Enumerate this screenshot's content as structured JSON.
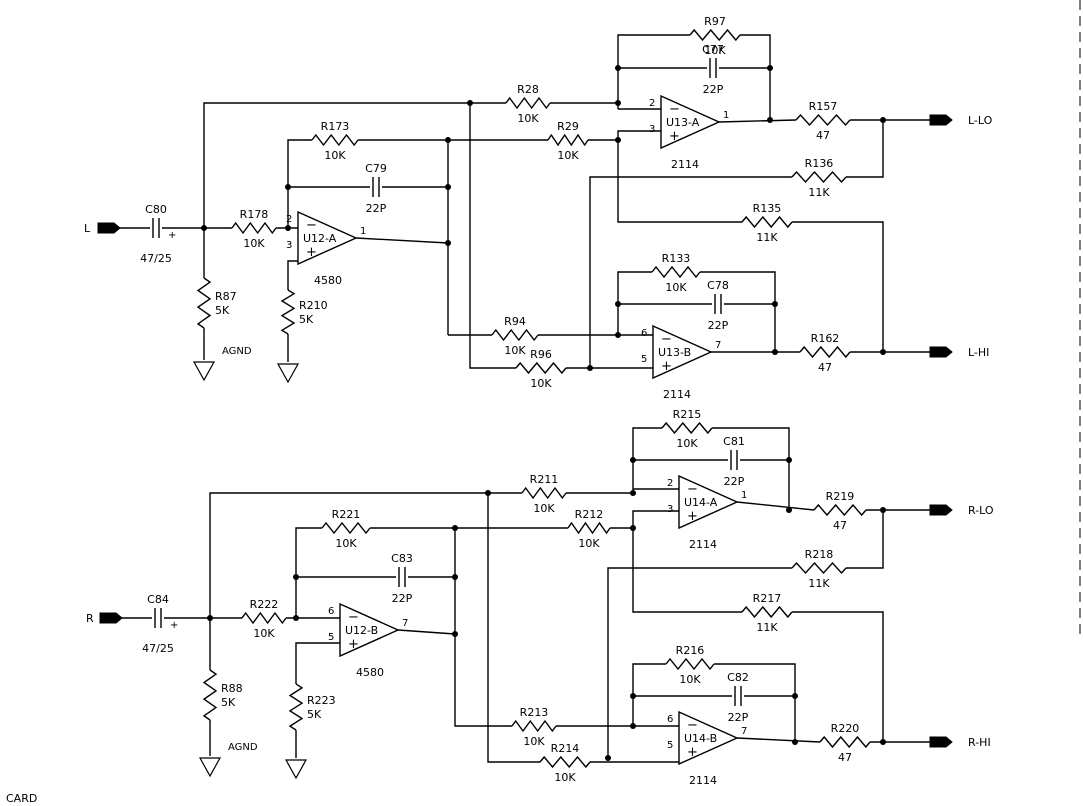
{
  "inputs": {
    "L": "L",
    "R": "R"
  },
  "outputs": {
    "LLO": "L-LO",
    "LHI": "L-HI",
    "RLO": "R-LO",
    "RHI": "R-HI"
  },
  "grounds": {
    "agnd1": "AGND",
    "agnd2": "AGND"
  },
  "amps": {
    "U13A": {
      "name": "U13-A",
      "part": "2114",
      "pin_inv": "2",
      "pin_non": "3",
      "pin_out": "1"
    },
    "U13B": {
      "name": "U13-B",
      "part": "2114",
      "pin_inv": "6",
      "pin_non": "5",
      "pin_out": "7"
    },
    "U12A": {
      "name": "U12-A",
      "part": "4580",
      "pin_inv": "2",
      "pin_non": "3",
      "pin_out": "1"
    },
    "U14A": {
      "name": "U14-A",
      "part": "2114",
      "pin_inv": "2",
      "pin_non": "3",
      "pin_out": "1"
    },
    "U14B": {
      "name": "U14-B",
      "part": "2114",
      "pin_inv": "6",
      "pin_non": "5",
      "pin_out": "7"
    },
    "U12B": {
      "name": "U12-B",
      "part": "4580",
      "pin_inv": "6",
      "pin_non": "5",
      "pin_out": "7"
    }
  },
  "resistors": {
    "R97": {
      "ref": "R97",
      "value": "10K"
    },
    "R28": {
      "ref": "R28",
      "value": "10K"
    },
    "R29": {
      "ref": "R29",
      "value": "10K"
    },
    "R173": {
      "ref": "R173",
      "value": "10K"
    },
    "R178": {
      "ref": "R178",
      "value": "10K"
    },
    "R157": {
      "ref": "R157",
      "value": "47"
    },
    "R136": {
      "ref": "R136",
      "value": "11K"
    },
    "R135": {
      "ref": "R135",
      "value": "11K"
    },
    "R133": {
      "ref": "R133",
      "value": "10K"
    },
    "R94": {
      "ref": "R94",
      "value": "10K"
    },
    "R96": {
      "ref": "R96",
      "value": "10K"
    },
    "R162": {
      "ref": "R162",
      "value": "47"
    },
    "R87": {
      "ref": "R87",
      "value": "5K"
    },
    "R210": {
      "ref": "R210",
      "value": "5K"
    },
    "R215": {
      "ref": "R215",
      "value": "10K"
    },
    "R211": {
      "ref": "R211",
      "value": "10K"
    },
    "R212": {
      "ref": "R212",
      "value": "10K"
    },
    "R221": {
      "ref": "R221",
      "value": "10K"
    },
    "R222": {
      "ref": "R222",
      "value": "10K"
    },
    "R219": {
      "ref": "R219",
      "value": "47"
    },
    "R218": {
      "ref": "R218",
      "value": "11K"
    },
    "R217": {
      "ref": "R217",
      "value": "11K"
    },
    "R216": {
      "ref": "R216",
      "value": "10K"
    },
    "R213": {
      "ref": "R213",
      "value": "10K"
    },
    "R214": {
      "ref": "R214",
      "value": "10K"
    },
    "R220": {
      "ref": "R220",
      "value": "47"
    },
    "R88": {
      "ref": "R88",
      "value": "5K"
    },
    "R223": {
      "ref": "R223",
      "value": "5K"
    }
  },
  "capacitors": {
    "C77": {
      "ref": "C77",
      "value": "22P"
    },
    "C79": {
      "ref": "C79",
      "value": "22P"
    },
    "C78": {
      "ref": "C78",
      "value": "22P"
    },
    "C80": {
      "ref": "C80",
      "value": "47/25"
    },
    "C81": {
      "ref": "C81",
      "value": "22P"
    },
    "C83": {
      "ref": "C83",
      "value": "22P"
    },
    "C82": {
      "ref": "C82",
      "value": "22P"
    },
    "C84": {
      "ref": "C84",
      "value": "47/25"
    }
  },
  "polarity": {
    "plus": "+",
    "minus": "−"
  },
  "footer_text": "CARD"
}
